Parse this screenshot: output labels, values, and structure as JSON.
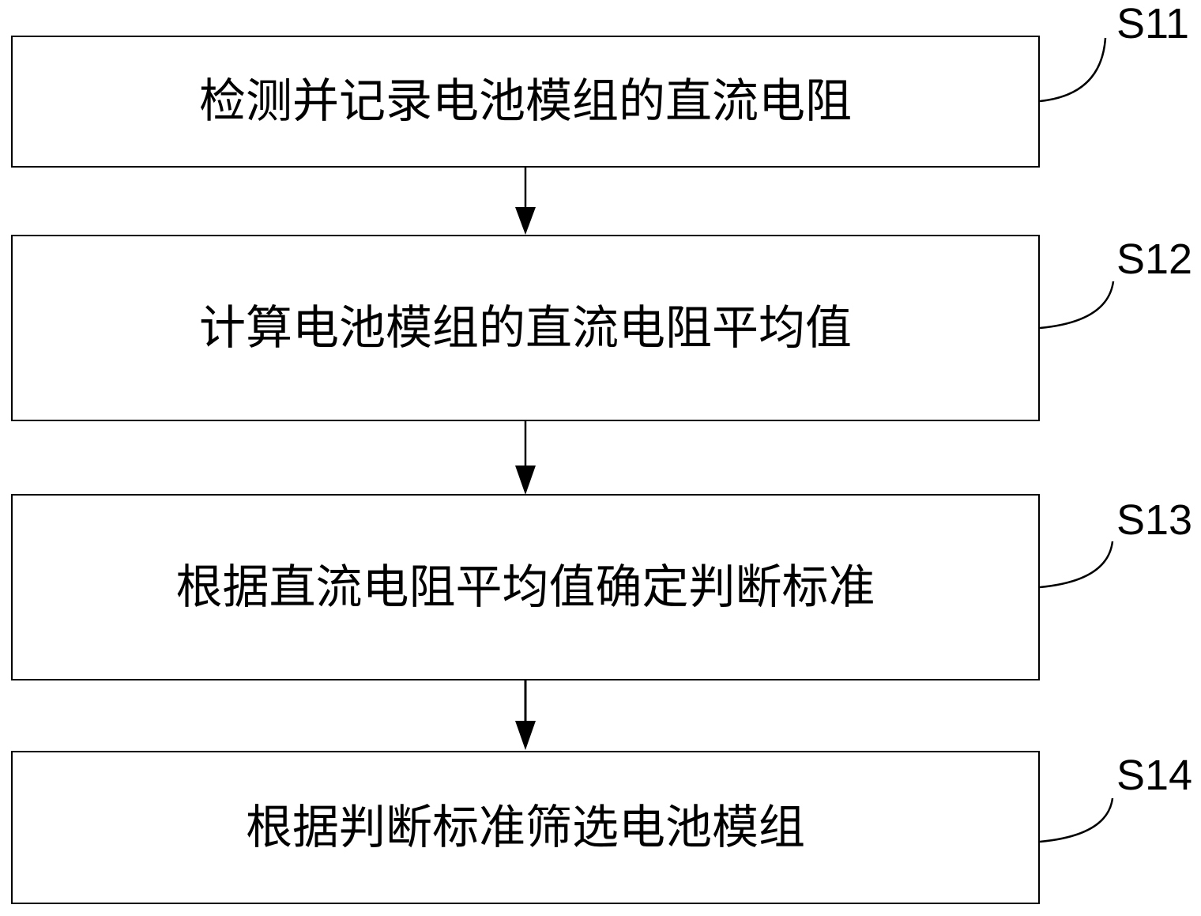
{
  "figure": {
    "type": "flowchart",
    "background_color": "#ffffff",
    "line_color": "#000000",
    "steps": [
      {
        "id": "S11",
        "label": "检测并记录电池模组的直流电阻"
      },
      {
        "id": "S12",
        "label": "计算电池模组的直流电阻平均值"
      },
      {
        "id": "S13",
        "label": "根据直流电阻平均值确定判断标准"
      },
      {
        "id": "S14",
        "label": "根据判断标准筛选电池模组"
      }
    ]
  }
}
